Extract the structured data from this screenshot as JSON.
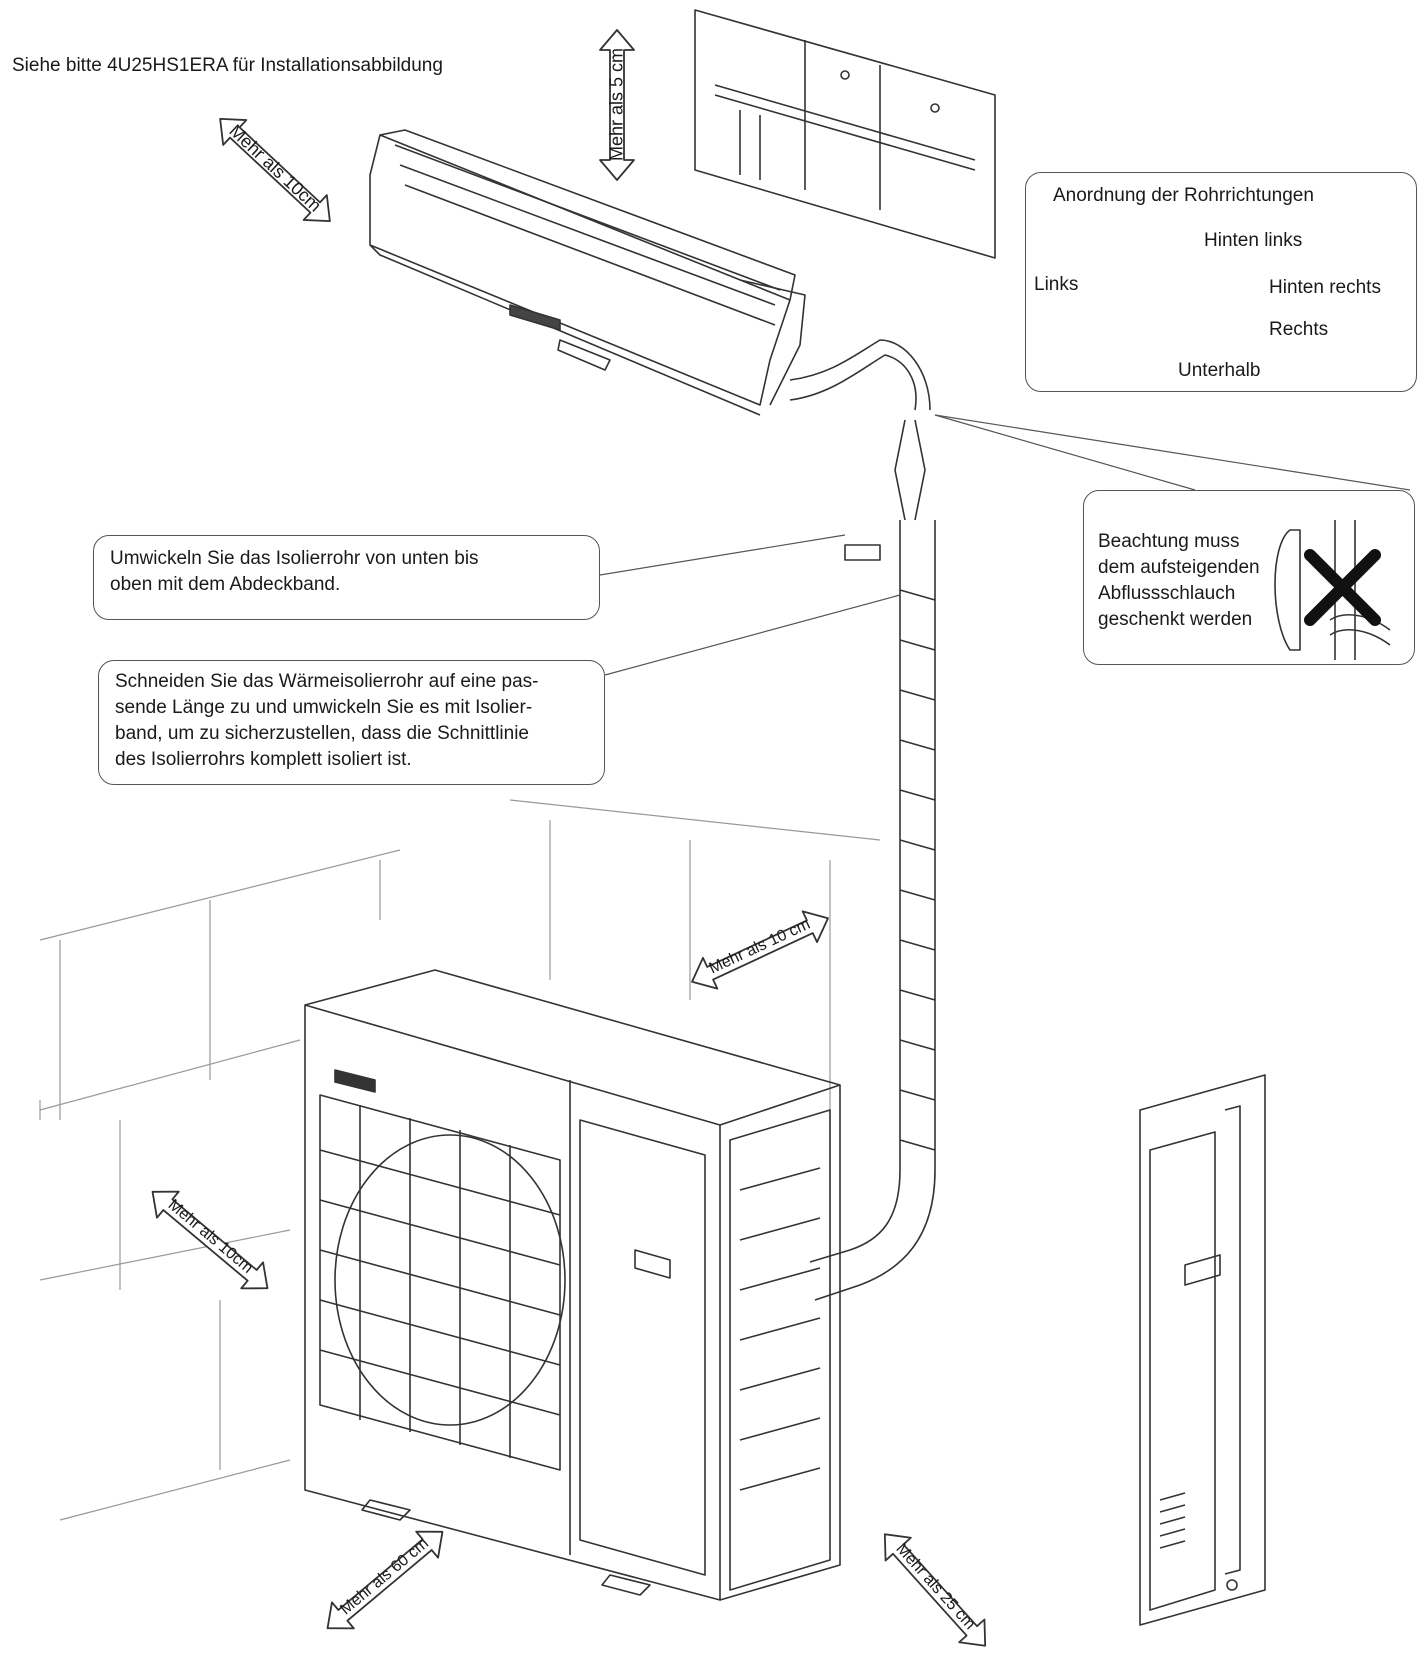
{
  "header": {
    "note": "Siehe bitte 4U25HS1ERA  für  Installationsabbildung"
  },
  "clearances": {
    "indoor_left": "Mehr als 10cm",
    "indoor_top": "Mehr als 5 cm",
    "outdoor_top": "Mehr als 10 cm",
    "outdoor_left": "Mehr als 10cm",
    "outdoor_front": "Mehr als 60 cm",
    "outdoor_right": "Mehr als 25 cm"
  },
  "pipe_directions": {
    "title": "Anordnung der Rohrrichtungen",
    "back_left": "Hinten links",
    "left": "Links",
    "back_right": "Hinten rechts",
    "right": "Rechts",
    "below": "Unterhalb"
  },
  "callouts": {
    "wrap_tape": [
      "Umwickeln Sie das Isolierrohr von unten bis",
      "oben mit dem Abdeckband."
    ],
    "cut_pipe": [
      "Schneiden Sie das Wärmeisolierrohr auf eine pas-",
      "sende Länge zu und umwickeln Sie es mit Isolier-",
      "band, um zu sicherzustellen, dass die Schnittlinie",
      "des Isolierrohrs komplett isoliert ist."
    ],
    "drain_warning": [
      "Beachtung muss",
      "dem aufsteigenden",
      "Abflussschlauch",
      "geschenkt werden"
    ]
  }
}
